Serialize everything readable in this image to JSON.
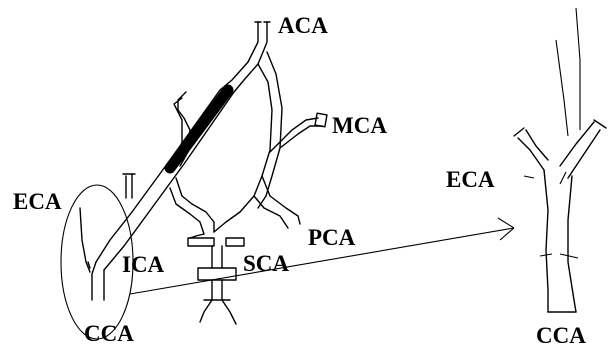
{
  "diagram": {
    "left_labels": {
      "aca": "ACA",
      "mca": "MCA",
      "eca": "ECA",
      "ica": "ICA",
      "pca": "PCA",
      "sca": "SCA",
      "cca": "CCA"
    },
    "right_labels": {
      "eca": "ECA",
      "cca": "CCA"
    }
  }
}
